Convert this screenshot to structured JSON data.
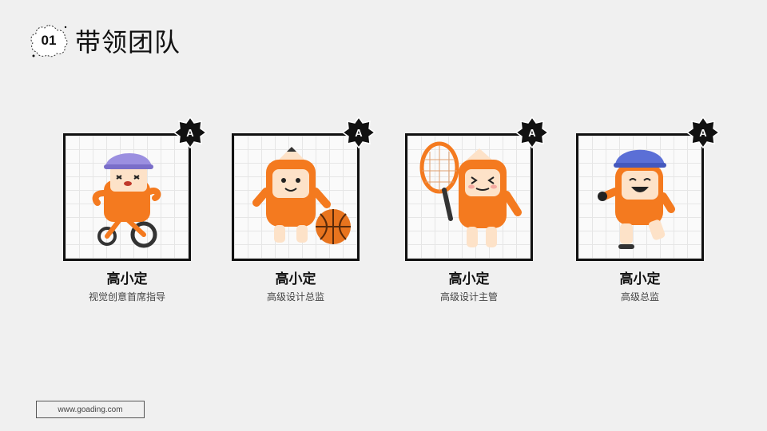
{
  "header": {
    "number": "01",
    "title": "带领团队"
  },
  "badge_label": "A",
  "members": [
    {
      "name": "高小定",
      "role": "视觉创意首席指导",
      "illustration": "bike-rider-mascot"
    },
    {
      "name": "高小定",
      "role": "高级设计总监",
      "illustration": "basketball-mascot"
    },
    {
      "name": "高小定",
      "role": "高级设计主管",
      "illustration": "tennis-mascot"
    },
    {
      "name": "高小定",
      "role": "高级总监",
      "illustration": "skater-mascot"
    }
  ],
  "footer": {
    "url": "www.goading.com"
  },
  "colors": {
    "background": "#f0f0f0",
    "accent_orange": "#f47a1f",
    "helmet_purple": "#9b8fe0",
    "helmet_blue": "#5b6fd6",
    "frame_border": "#111111"
  }
}
